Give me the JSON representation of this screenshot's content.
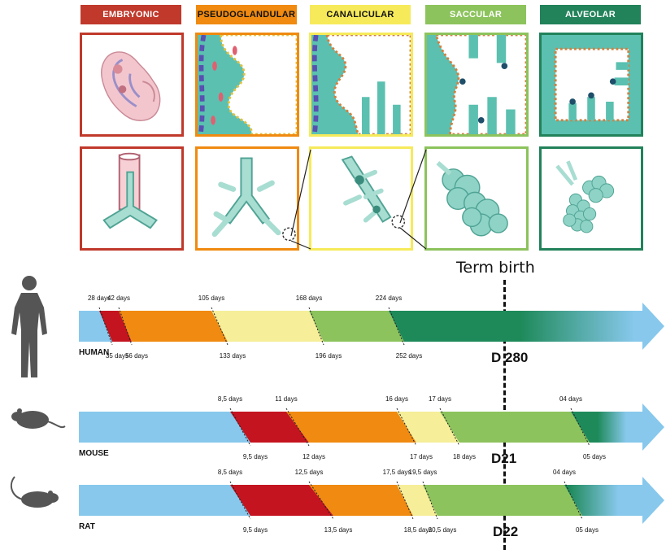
{
  "stages": [
    {
      "id": "embryonic",
      "label": "EMBRYONIC",
      "color": "#C0392B",
      "text_color": "#ffffff"
    },
    {
      "id": "pseudoglandular",
      "label": "PSEUDOGLANDULAR",
      "color": "#F08A10",
      "text_color": "#111111"
    },
    {
      "id": "canalicular",
      "label": "CANALICULAR",
      "color": "#F6EA5A",
      "text_color": "#111111"
    },
    {
      "id": "saccular",
      "label": "SACCULAR",
      "color": "#8CC35C",
      "text_color": "#ffffff"
    },
    {
      "id": "alveolar",
      "label": "ALVEOLAR",
      "color": "#22825A",
      "text_color": "#ffffff"
    }
  ],
  "term_birth": "Term birth",
  "species": [
    {
      "id": "human",
      "label": "HUMAN",
      "end_label": "D 280",
      "top_labels": [
        "28 days",
        "42 days",
        "105 days",
        "168 days",
        "224 days"
      ],
      "bottom_labels": [
        "35 days",
        "56 days",
        "133 days",
        "196 days",
        "252 days"
      ]
    },
    {
      "id": "mouse",
      "label": "MOUSE",
      "end_label": "D21",
      "top_labels": [
        "8,5 days",
        "11 days",
        "16 days",
        "17 days",
        "04 days"
      ],
      "bottom_labels": [
        "9,5 days",
        "12 days",
        "17 days",
        "18 days",
        "05 days"
      ]
    },
    {
      "id": "rat",
      "label": "RAT",
      "end_label": "D22",
      "top_labels": [
        "8,5 days",
        "12,5 days",
        "17,5 days",
        "19,5 days",
        "04 days"
      ],
      "bottom_labels": [
        "9,5 days",
        "13,5 days",
        "18,5 days",
        "20,5 days",
        "05 days"
      ]
    }
  ],
  "colors": {
    "pre": "#87C8EC",
    "embryonic": "#C4141F",
    "pseudoglandular": "#F08A10",
    "canalicular": "#F6EE98",
    "saccular": "#8CC35C",
    "alveolar": "#1E8A5A",
    "tissue": "#5BC0B0",
    "silhouette": "#555555"
  }
}
